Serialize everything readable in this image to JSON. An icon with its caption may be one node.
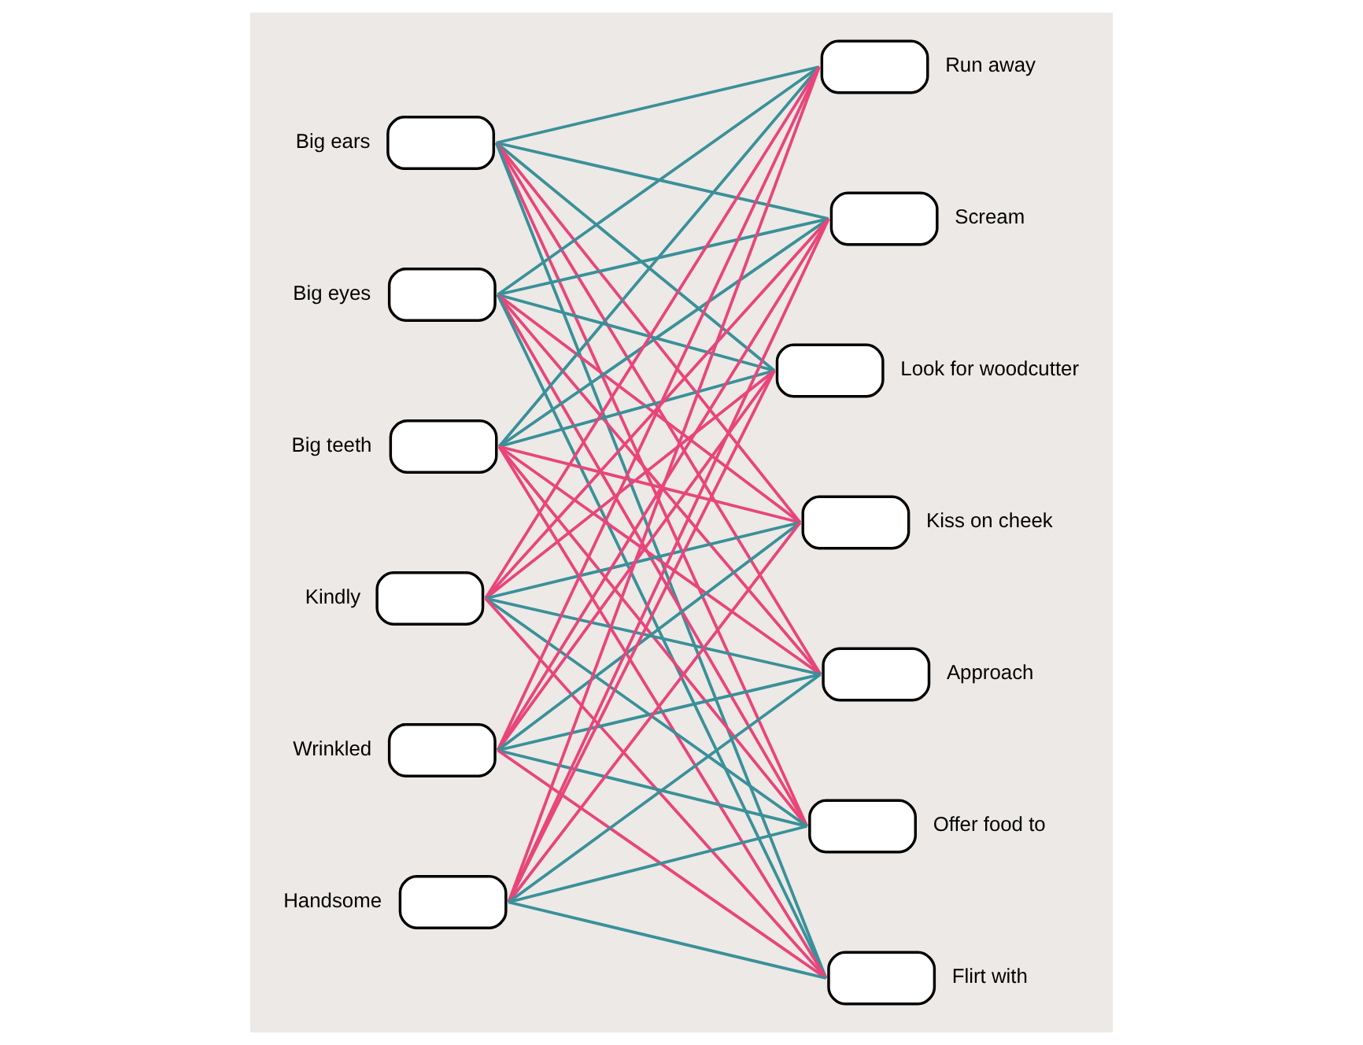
{
  "diagram": {
    "nodes": [
      {
        "text": [],
        "shape": "ellipse",
        "beside": [
          "Big ears"
        ]
      },
      {
        "text": [],
        "shape": "ellipse",
        "beside": [
          "Big eyes"
        ]
      },
      {
        "text": [],
        "shape": "ellipse",
        "beside": [
          "Big teeth"
        ]
      },
      {
        "text": [],
        "shape": "ellipse",
        "beside": [
          "Kindly"
        ]
      },
      {
        "text": [],
        "shape": "ellipse",
        "beside": [
          "Wrinkled"
        ]
      },
      {
        "text": [],
        "shape": "ellipse",
        "beside": [
          "Handsome"
        ]
      },
      {
        "text": [],
        "shape": "ellipse",
        "beside": [
          "Run away"
        ]
      },
      {
        "text": [],
        "shape": "ellipse",
        "beside": [
          "Scream"
        ]
      },
      {
        "text": [],
        "shape": "ellipse",
        "beside": [
          "Look for woodcutter"
        ]
      },
      {
        "text": [],
        "shape": "ellipse",
        "beside": [
          "Kiss on cheek"
        ]
      },
      {
        "text": [],
        "shape": "ellipse",
        "beside": [
          "Approach"
        ]
      },
      {
        "text": [],
        "shape": "ellipse",
        "beside": [
          "Offer food to"
        ]
      },
      {
        "text": [],
        "shape": "ellipse",
        "beside": [
          "Flirt with"
        ]
      }
    ],
    "edges": [
      {
        "from": 0,
        "to": 6,
        "arrow": "none",
        "color": "#3a9099"
      },
      {
        "from": 0,
        "to": 7,
        "arrow": "none",
        "color": "#3a9099"
      },
      {
        "from": 0,
        "to": 8,
        "arrow": "none",
        "color": "#3a9099"
      },
      {
        "from": 0,
        "to": 9,
        "arrow": "none",
        "color": "#e8457a"
      },
      {
        "from": 0,
        "to": 10,
        "arrow": "none",
        "color": "#e8457a"
      },
      {
        "from": 0,
        "to": 11,
        "arrow": "none",
        "color": "#e8457a"
      },
      {
        "from": 0,
        "to": 12,
        "arrow": "none",
        "color": "#3a9099"
      },
      {
        "from": 1,
        "to": 6,
        "arrow": "none",
        "color": "#3a9099"
      },
      {
        "from": 1,
        "to": 7,
        "arrow": "none",
        "color": "#3a9099"
      },
      {
        "from": 1,
        "to": 8,
        "arrow": "none",
        "color": "#3a9099"
      },
      {
        "from": 1,
        "to": 9,
        "arrow": "none",
        "color": "#e8457a"
      },
      {
        "from": 1,
        "to": 10,
        "arrow": "none",
        "color": "#e8457a"
      },
      {
        "from": 1,
        "to": 11,
        "arrow": "none",
        "color": "#e8457a"
      },
      {
        "from": 1,
        "to": 12,
        "arrow": "none",
        "color": "#3a9099"
      },
      {
        "from": 2,
        "to": 6,
        "arrow": "none",
        "color": "#3a9099"
      },
      {
        "from": 2,
        "to": 7,
        "arrow": "none",
        "color": "#3a9099"
      },
      {
        "from": 2,
        "to": 8,
        "arrow": "none",
        "color": "#3a9099"
      },
      {
        "from": 2,
        "to": 9,
        "arrow": "none",
        "color": "#e8457a"
      },
      {
        "from": 2,
        "to": 10,
        "arrow": "none",
        "color": "#e8457a"
      },
      {
        "from": 2,
        "to": 11,
        "arrow": "none",
        "color": "#e8457a"
      },
      {
        "from": 2,
        "to": 12,
        "arrow": "none",
        "color": "#e8457a"
      },
      {
        "from": 3,
        "to": 6,
        "arrow": "none",
        "color": "#e8457a"
      },
      {
        "from": 3,
        "to": 7,
        "arrow": "none",
        "color": "#e8457a"
      },
      {
        "from": 3,
        "to": 8,
        "arrow": "none",
        "color": "#e8457a"
      },
      {
        "from": 3,
        "to": 9,
        "arrow": "none",
        "color": "#3a9099"
      },
      {
        "from": 3,
        "to": 10,
        "arrow": "none",
        "color": "#3a9099"
      },
      {
        "from": 3,
        "to": 11,
        "arrow": "none",
        "color": "#3a9099"
      },
      {
        "from": 3,
        "to": 12,
        "arrow": "none",
        "color": "#e8457a"
      },
      {
        "from": 4,
        "to": 6,
        "arrow": "none",
        "color": "#e8457a"
      },
      {
        "from": 4,
        "to": 7,
        "arrow": "none",
        "color": "#e8457a"
      },
      {
        "from": 4,
        "to": 8,
        "arrow": "none",
        "color": "#e8457a"
      },
      {
        "from": 4,
        "to": 9,
        "arrow": "none",
        "color": "#3a9099"
      },
      {
        "from": 4,
        "to": 10,
        "arrow": "none",
        "color": "#3a9099"
      },
      {
        "from": 4,
        "to": 11,
        "arrow": "none",
        "color": "#3a9099"
      },
      {
        "from": 4,
        "to": 12,
        "arrow": "none",
        "color": "#e8457a"
      },
      {
        "from": 5,
        "to": 6,
        "arrow": "none",
        "color": "#e8457a"
      },
      {
        "from": 5,
        "to": 7,
        "arrow": "none",
        "color": "#e8457a"
      },
      {
        "from": 5,
        "to": 8,
        "arrow": "none",
        "color": "#e8457a"
      },
      {
        "from": 5,
        "to": 9,
        "arrow": "none",
        "color": "#e8457a"
      },
      {
        "from": 5,
        "to": 10,
        "arrow": "none",
        "color": "#3a9099"
      },
      {
        "from": 5,
        "to": 11,
        "arrow": "none",
        "color": "#3a9099"
      },
      {
        "from": 5,
        "to": 12,
        "arrow": "none",
        "color": "#3a9099"
      }
    ]
  }
}
